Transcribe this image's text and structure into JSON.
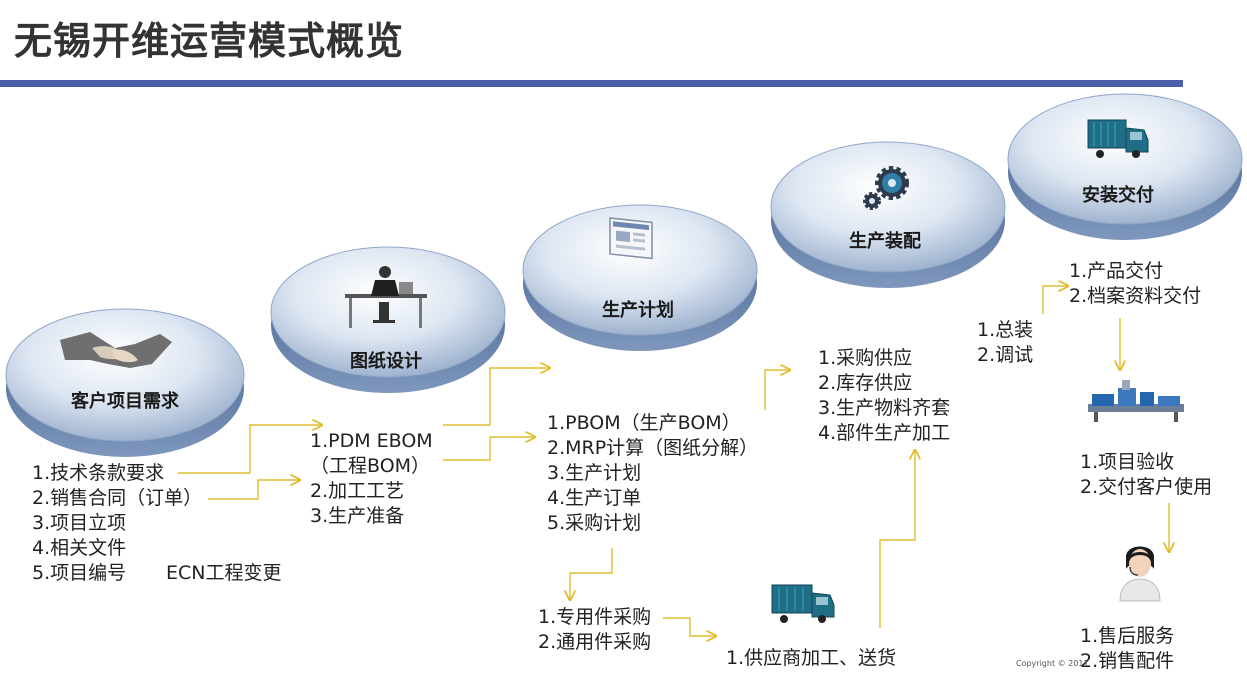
{
  "title": "无锡开维运营模式概览",
  "stages": [
    {
      "label": "客户项目需求",
      "icon": "handshake-icon"
    },
    {
      "label": "图纸设计",
      "icon": "designer-desk-icon"
    },
    {
      "label": "生产计划",
      "icon": "document-window-icon"
    },
    {
      "label": "生产装配",
      "icon": "gears-icon"
    },
    {
      "label": "安装交付",
      "icon": "truck-icon"
    }
  ],
  "lists": {
    "customer": [
      "1.技术条款要求",
      "2.销售合同（订单）",
      "3.项目立项",
      "4.相关文件",
      "5.项目编号"
    ],
    "ecn": "ECN工程变更",
    "design": [
      "1.PDM EBOM",
      "（工程BOM）",
      "2.加工工艺",
      "3.生产准备"
    ],
    "plan": [
      "1.PBOM（生产BOM）",
      "2.MRP计算（图纸分解）",
      "3.生产计划",
      "4.生产订单",
      "5.采购计划"
    ],
    "purchase": [
      "1.专用件采购",
      "2.通用件采购"
    ],
    "supplier": "1.供应商加工、送货",
    "assembly": [
      "1.采购供应",
      "2.库存供应",
      "3.生产物料齐套",
      "4.部件生产加工"
    ],
    "install": [
      "1.总装",
      "2.调试"
    ],
    "delivery": [
      "1.产品交付",
      "2.档案资料交付"
    ],
    "acceptance": [
      "1.项目验收",
      "2.交付客户使用"
    ],
    "service": [
      "1.售后服务",
      "2.销售配件"
    ]
  },
  "copyright": "Copyright © 2011"
}
